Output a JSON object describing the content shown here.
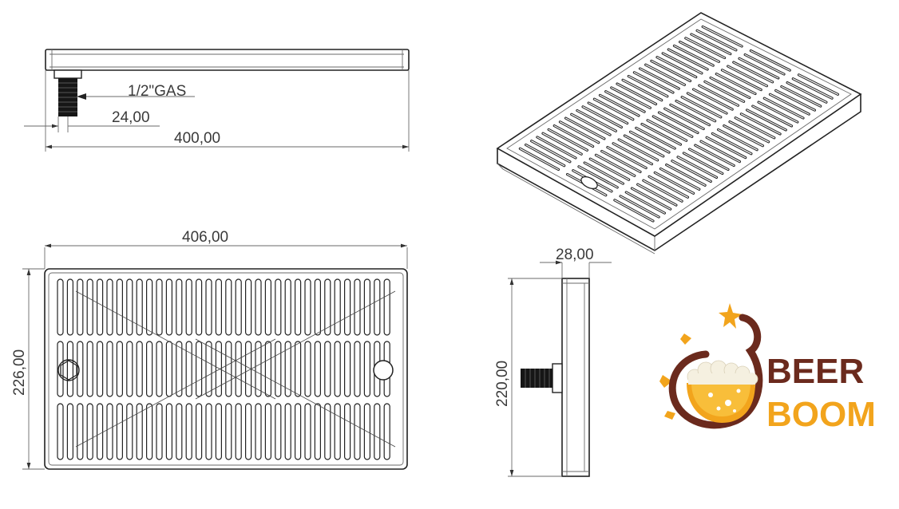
{
  "dimensions": {
    "thread_label": "1/2\"GAS",
    "thread_offset": "24,00",
    "side_length": "400,00",
    "top_length": "406,00",
    "top_width": "226,00",
    "end_height": "28,00",
    "end_width": "220,00"
  },
  "logo": {
    "line1": "BEER",
    "line2": "BOOM",
    "colors": {
      "dark": "#6b2a1d",
      "gold": "#f2a41c",
      "foam": "#f5f0e0"
    }
  }
}
